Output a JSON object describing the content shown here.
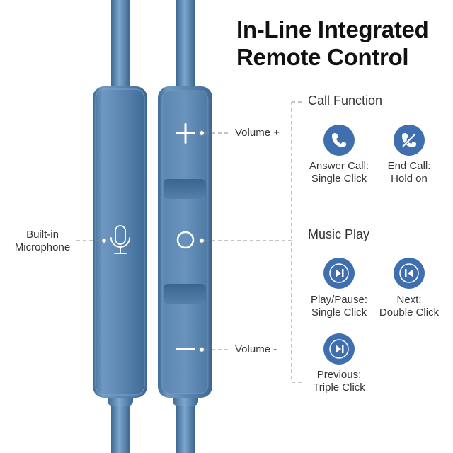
{
  "title": {
    "line1": "In-Line Integrated",
    "line2": "Remote Control"
  },
  "callouts": {
    "volume_up": "Volume +",
    "volume_down": "Volume -",
    "microphone_line1": "Built-in",
    "microphone_line2": "Microphone"
  },
  "call_function": {
    "heading": "Call Function",
    "items": [
      {
        "icon": "phone-answer-icon",
        "line1": "Answer Call:",
        "line2": "Single Click"
      },
      {
        "icon": "phone-end-icon",
        "line1": "End Call:",
        "line2": "Hold on"
      }
    ]
  },
  "music_play": {
    "heading": "Music Play",
    "items": [
      {
        "icon": "play-pause-icon",
        "line1": "Play/Pause:",
        "line2": "Single Click"
      },
      {
        "icon": "previous-icon",
        "line1": "Next:",
        "line2": "Double Click"
      },
      {
        "icon": "next-icon",
        "line1": "Previous:",
        "line2": "Triple Click"
      }
    ]
  },
  "colors": {
    "remote_body": "#5c86b0",
    "icon_circle": "#3f6fae",
    "title_text": "#111111"
  }
}
